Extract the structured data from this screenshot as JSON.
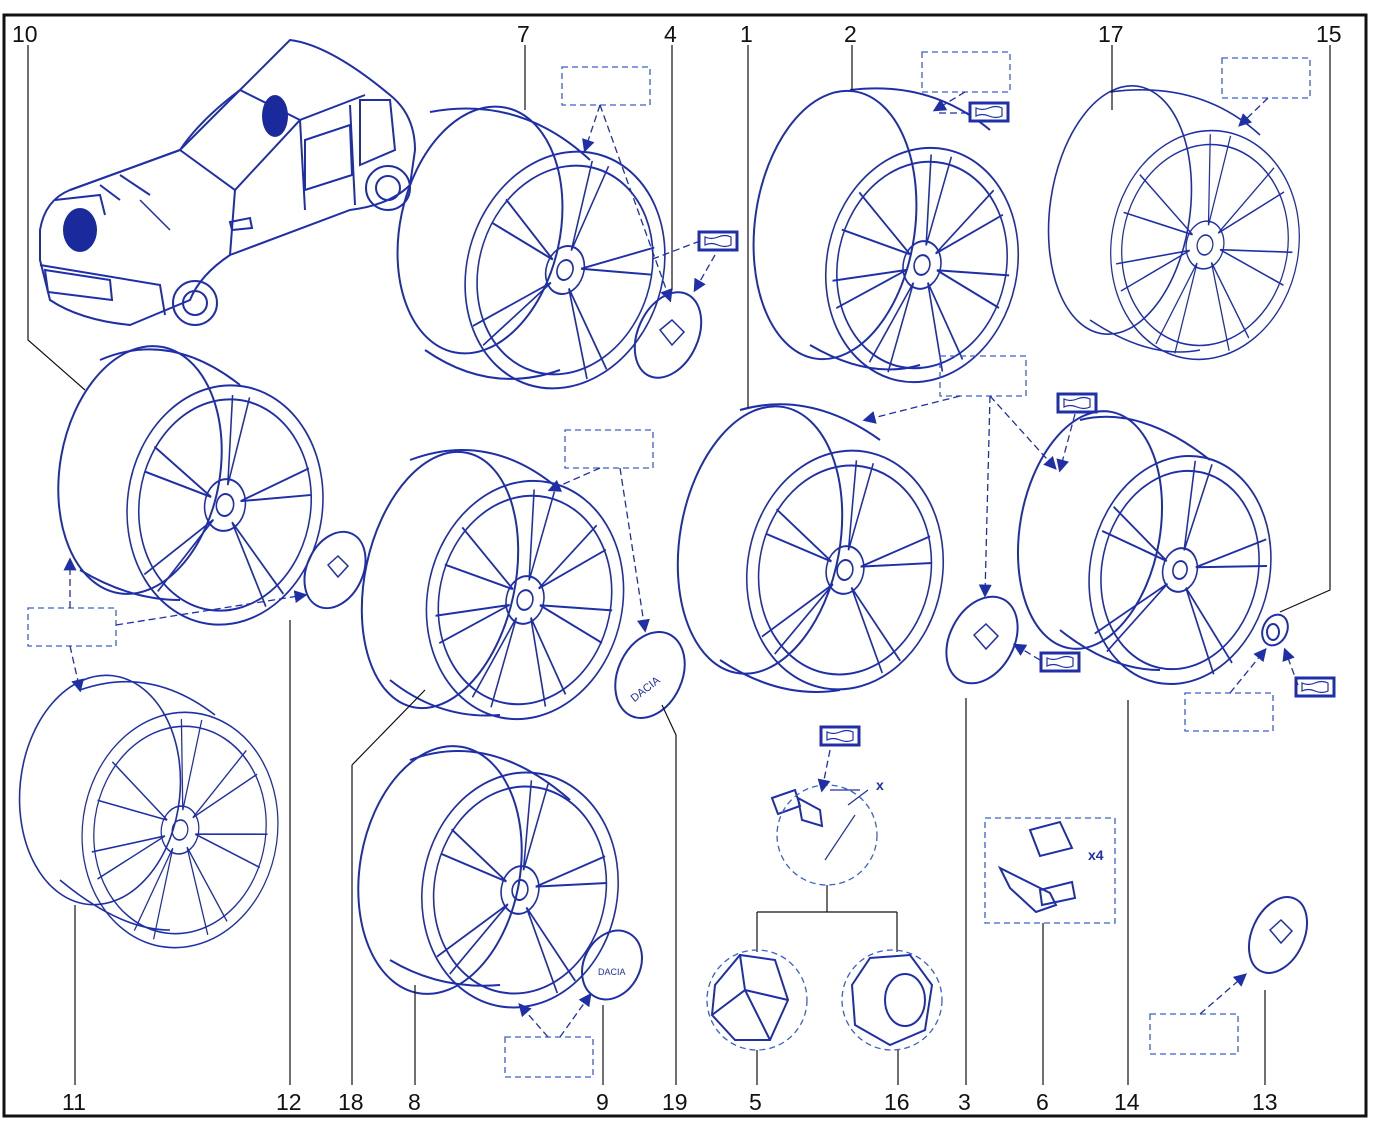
{
  "diagram": {
    "callouts": [
      "10",
      "7",
      "4",
      "1",
      "2",
      "17",
      "15",
      "11",
      "12",
      "18",
      "8",
      "9",
      "19",
      "5",
      "16",
      "3",
      "6",
      "14",
      "13"
    ],
    "dimension_label": "x",
    "quantity_label": "x4",
    "cap_logo_text": "DACIA",
    "colors": {
      "ink": "#1f2fa8",
      "frame": "#111111",
      "placeholder": "#3a5fd0",
      "shading": "#1a2a9c"
    }
  }
}
